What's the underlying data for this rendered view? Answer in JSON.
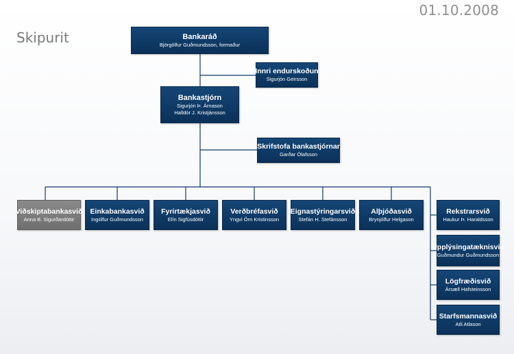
{
  "date": "01.10.2008",
  "title": "Skipurit",
  "board": {
    "name": "Bankaráð",
    "people": [
      "Björgólfur Guðmundsson, formaður"
    ]
  },
  "internal_audit": {
    "name": "Innri endurskoðun",
    "people": [
      "Sigurjón Geirsson"
    ]
  },
  "ceo": {
    "name": "Bankastjórn",
    "people": [
      "Sigurjón Þ. Árnason",
      "Halldór J. Kristjánsson"
    ]
  },
  "ceo_office": {
    "name": "Skrifstofa bankastjórnar",
    "people": [
      "Garðar Ólafsson"
    ]
  },
  "divisions": [
    {
      "name": "Viðskiptabankasvið",
      "people": [
        "Anna B. Sigurðardóttir"
      ]
    },
    {
      "name": "Einkabankasvið",
      "people": [
        "Ingólfur Guðmundsson"
      ]
    },
    {
      "name": "Fyrirtækjasvið",
      "people": [
        "Elín Sigfúsdóttir"
      ]
    },
    {
      "name": "Verðbréfasvið",
      "people": [
        "Yngvi Örn Kristinsson"
      ]
    },
    {
      "name": "Eignastýringarsvið",
      "people": [
        "Stefán H. Stefánsson"
      ]
    },
    {
      "name": "Alþjóðasvið",
      "people": [
        "Brynjólfur Helgason"
      ]
    }
  ],
  "support": [
    {
      "name": "Rekstrarsvið",
      "people": [
        "Haukur Þ. Haraldsson"
      ]
    },
    {
      "name": "Upplýsingatæknisvið",
      "people": [
        "Guðmundur Guðmundsson"
      ]
    },
    {
      "name": "Lögfræðisvið",
      "people": [
        "Ársæll Hafsteinsson"
      ]
    },
    {
      "name": "Starfsmannasvið",
      "people": [
        "Atli Atlason"
      ]
    }
  ],
  "colors": {
    "box": "#103d6b",
    "highlight": "#7a7a7a",
    "line": "#0f3a66"
  }
}
